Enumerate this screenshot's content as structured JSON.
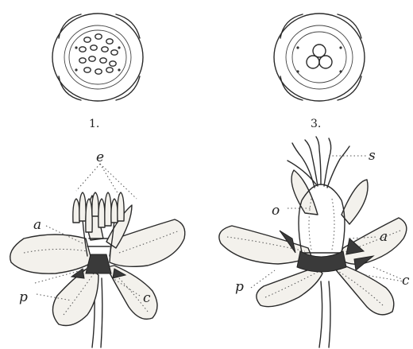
{
  "figures": [
    {
      "number": "1."
    },
    {
      "number": "3."
    }
  ],
  "labels": {
    "left": {
      "e": "e",
      "a": "a",
      "p": "p",
      "c": "c"
    },
    "right": {
      "s": "s",
      "o": "o",
      "a": "a",
      "p": "p",
      "c": "c"
    }
  }
}
